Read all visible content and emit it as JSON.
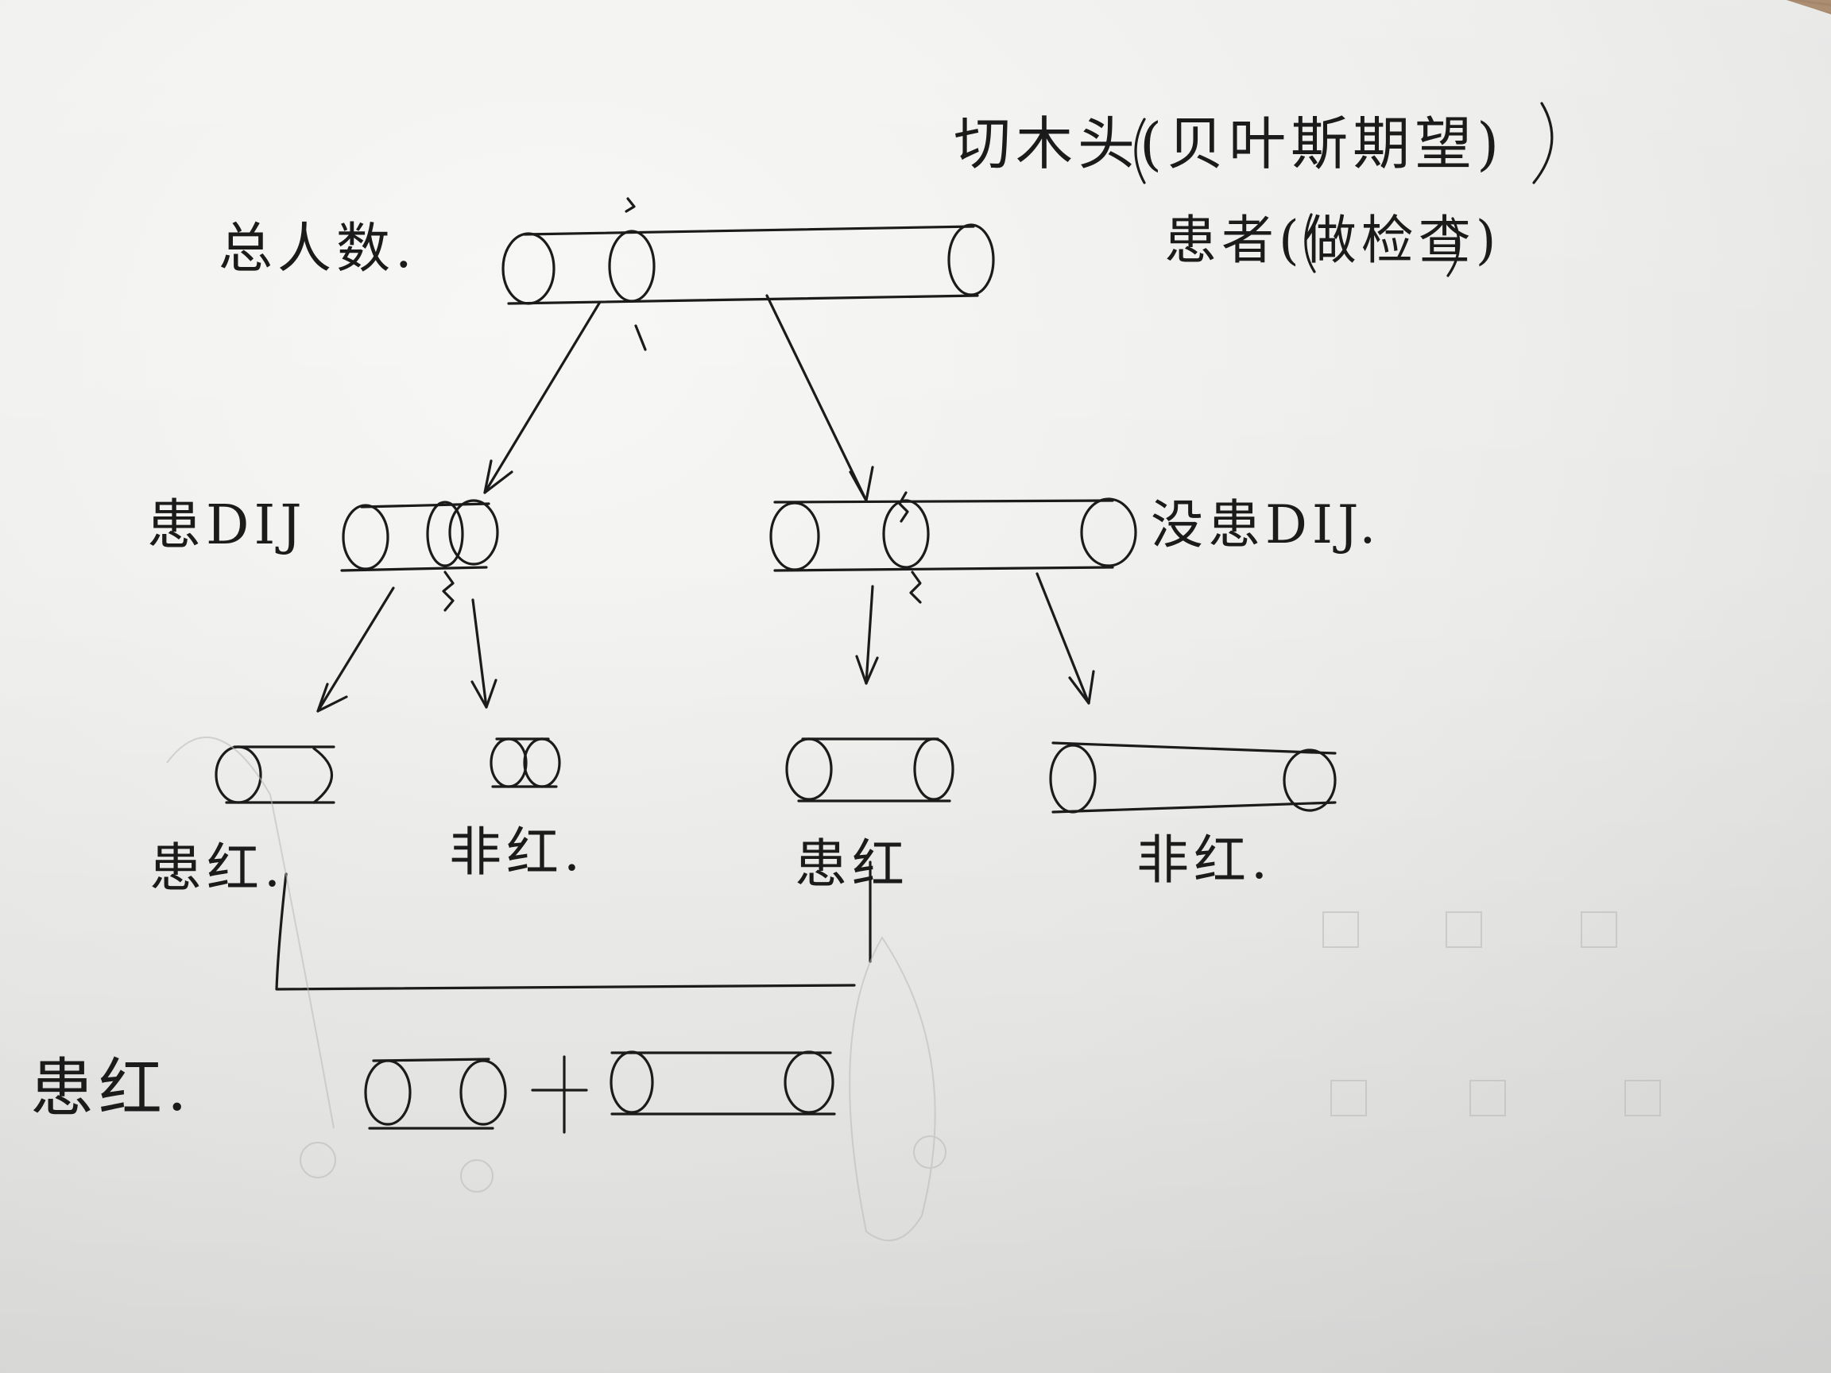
{
  "labels": {
    "title": "切木头(贝叶斯期望)",
    "subtitle": "患者(做检查)",
    "total": "总人数.",
    "left_node": "患DIJ",
    "right_node": "没患DIJ.",
    "leaf1": "患红.",
    "leaf2": "非红.",
    "leaf3": "患红",
    "leaf4": "非红.",
    "summary": "患红."
  },
  "colors": {
    "ink": "#1b1b1b",
    "paper": "#ececea",
    "table": "#8a6a4a"
  }
}
